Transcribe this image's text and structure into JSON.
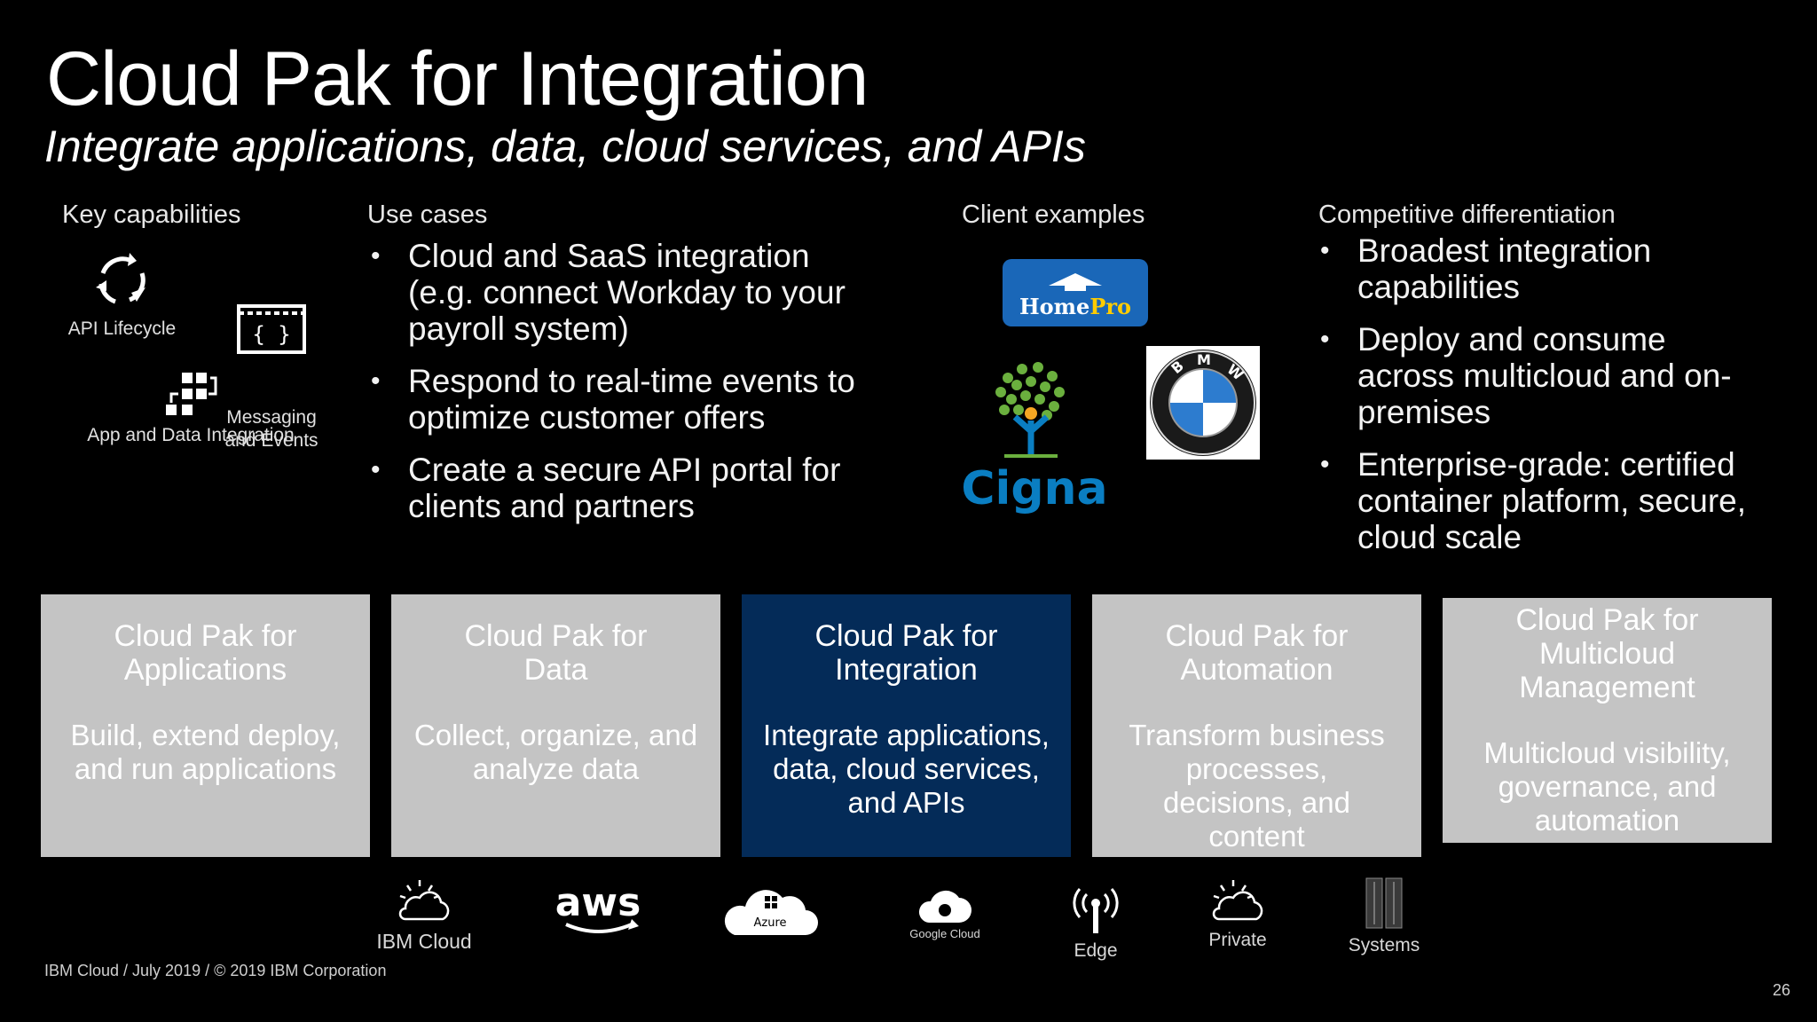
{
  "slide": {
    "title": "Cloud Pak for Integration",
    "subtitle": "Integrate applications, data, cloud services, and APIs"
  },
  "key_capabilities": {
    "heading": "Key capabilities",
    "items": [
      {
        "label": "API Lifecycle",
        "icon": "api-lifecycle-icon"
      },
      {
        "label": "Messaging\nand Events",
        "icon": "messaging-icon"
      },
      {
        "label": "App and Data Integration",
        "icon": "app-data-integration-icon"
      }
    ]
  },
  "use_cases": {
    "heading": "Use cases",
    "items": [
      "Cloud and SaaS integration (e.g. connect Workday to your payroll system)",
      "Respond to real-time events to optimize customer offers",
      "Create a secure API portal for clients and partners"
    ]
  },
  "client_examples": {
    "heading": "Client examples",
    "logos": [
      {
        "name": "homepro-logo",
        "text": "HomePro"
      },
      {
        "name": "cigna-logo",
        "text": "Cigna"
      },
      {
        "name": "bmw-logo",
        "text": "BMW"
      }
    ]
  },
  "competitive": {
    "heading": "Competitive differentiation",
    "items": [
      "Broadest integration capabilities",
      "Deploy and consume across multicloud and on-premises",
      "Enterprise-grade: certified container platform, secure, cloud scale"
    ]
  },
  "paks": [
    {
      "title": "Cloud Pak for Applications",
      "desc": "Build, extend deploy, and run applications"
    },
    {
      "title": "Cloud Pak for Data",
      "desc": "Collect, organize, and analyze data"
    },
    {
      "title": "Cloud Pak for Integration",
      "desc": "Integrate applications, data, cloud services, and APIs"
    },
    {
      "title": "Cloud Pak for Automation",
      "desc": "Transform business processes, decisions, and content"
    },
    {
      "title": "Cloud Pak for Multicloud Management",
      "desc": "Multicloud visibility, governance, and automation"
    }
  ],
  "platforms": [
    {
      "label": "IBM Cloud",
      "icon": "ibm-cloud-icon"
    },
    {
      "label": "aws",
      "icon": "aws-icon"
    },
    {
      "label": "Azure",
      "icon": "azure-icon"
    },
    {
      "label": "Google Cloud",
      "icon": "google-cloud-icon"
    },
    {
      "label": "Edge",
      "icon": "edge-antenna-icon"
    },
    {
      "label": "Private",
      "icon": "private-cloud-icon"
    },
    {
      "label": "Systems",
      "icon": "systems-server-icon"
    }
  ],
  "colors": {
    "background": "#000000",
    "pak_grey": "#c4c4c4",
    "pak_highlight": "#042b58",
    "homepro_blue": "#1a67b8",
    "cigna_blue": "#0a7ec2",
    "cigna_green": "#6bb03e"
  },
  "footer": "IBM Cloud / July 2019 / © 2019 IBM Corporation",
  "page_number": "26"
}
